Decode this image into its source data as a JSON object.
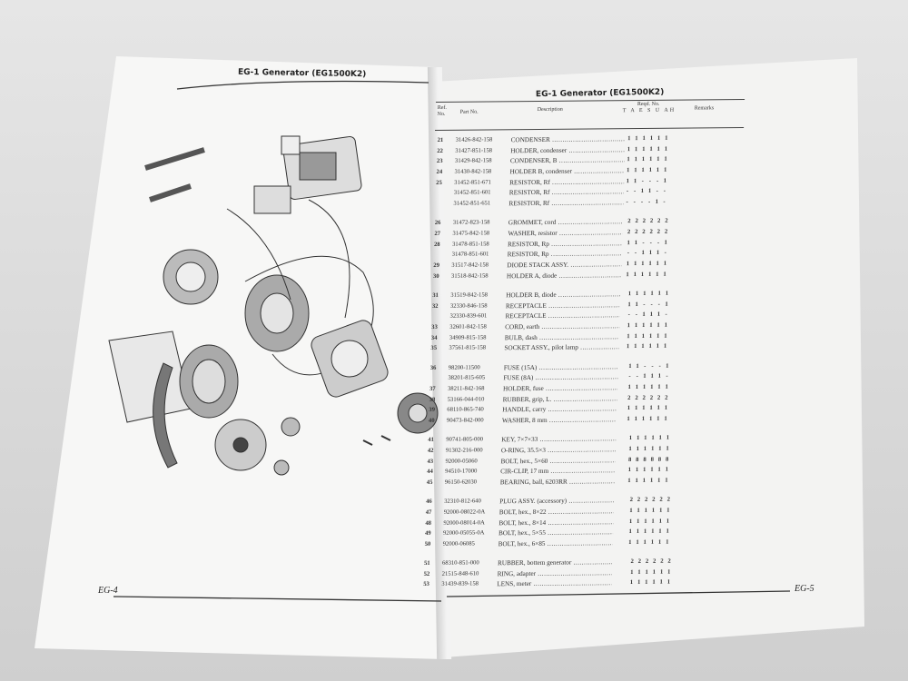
{
  "left_page": {
    "title": "EG-1 Generator (EG1500K2)",
    "folio": "EG-4"
  },
  "right_page": {
    "title": "EG-1 Generator (EG1500K2)",
    "folio": "EG-5",
    "headers": {
      "ref": "Ref. No.",
      "part": "Part No.",
      "description": "Description",
      "reqd": "Reqd. No.",
      "models": "T A E S U AH",
      "remarks": "Remarks"
    },
    "groups": [
      [
        {
          "ref": "21",
          "part": "31426-842-158",
          "desc": "CONDENSER",
          "qty": [
            "1",
            "1",
            "1",
            "1",
            "1",
            "1"
          ]
        },
        {
          "ref": "22",
          "part": "31427-851-158",
          "desc": "HOLDER, condenser",
          "qty": [
            "1",
            "1",
            "1",
            "1",
            "1",
            "1"
          ]
        },
        {
          "ref": "23",
          "part": "31429-842-158",
          "desc": "CONDENSER, B",
          "qty": [
            "1",
            "1",
            "1",
            "1",
            "1",
            "1"
          ]
        },
        {
          "ref": "24",
          "part": "31430-842-158",
          "desc": "HOLDER B, condenser",
          "qty": [
            "1",
            "1",
            "1",
            "1",
            "1",
            "1"
          ]
        },
        {
          "ref": "25",
          "part": "31452-851-671",
          "desc": "RESISTOR, Rf",
          "qty": [
            "1",
            "1",
            "-",
            "-",
            "-",
            "1"
          ]
        },
        {
          "ref": "",
          "part": "31452-851-601",
          "desc": "RESISTOR, Rf",
          "qty": [
            "-",
            "-",
            "1",
            "1",
            "-",
            "-"
          ]
        },
        {
          "ref": "",
          "part": "31452-851-651",
          "desc": "RESISTOR, Rf",
          "qty": [
            "-",
            "-",
            "-",
            "-",
            "1",
            "-"
          ]
        }
      ],
      [
        {
          "ref": "26",
          "part": "31472-823-158",
          "desc": "GROMMET, cord",
          "qty": [
            "2",
            "2",
            "2",
            "2",
            "2",
            "2"
          ]
        },
        {
          "ref": "27",
          "part": "31475-842-158",
          "desc": "WASHER, resistor",
          "qty": [
            "2",
            "2",
            "2",
            "2",
            "2",
            "2"
          ]
        },
        {
          "ref": "28",
          "part": "31478-851-158",
          "desc": "RESISTOR, Rp",
          "qty": [
            "1",
            "1",
            "-",
            "-",
            "-",
            "1"
          ]
        },
        {
          "ref": "",
          "part": "31478-851-601",
          "desc": "RESISTOR, Rp",
          "qty": [
            "-",
            "-",
            "1",
            "1",
            "1",
            "-"
          ]
        },
        {
          "ref": "29",
          "part": "31517-842-158",
          "desc": "DIODE STACK ASSY.",
          "qty": [
            "1",
            "1",
            "1",
            "1",
            "1",
            "1"
          ]
        },
        {
          "ref": "30",
          "part": "31518-842-158",
          "desc": "HOLDER A, diode",
          "qty": [
            "1",
            "1",
            "1",
            "1",
            "1",
            "1"
          ]
        }
      ],
      [
        {
          "ref": "31",
          "part": "31519-842-158",
          "desc": "HOLDER B, diode",
          "qty": [
            "1",
            "1",
            "1",
            "1",
            "1",
            "1"
          ]
        },
        {
          "ref": "32",
          "part": "32330-846-158",
          "desc": "RECEPTACLE",
          "qty": [
            "1",
            "1",
            "-",
            "-",
            "-",
            "1"
          ]
        },
        {
          "ref": "",
          "part": "32330-839-601",
          "desc": "RECEPTACLE",
          "qty": [
            "-",
            "-",
            "1",
            "1",
            "1",
            "-"
          ]
        },
        {
          "ref": "33",
          "part": "32601-842-158",
          "desc": "CORD, earth",
          "qty": [
            "1",
            "1",
            "1",
            "1",
            "1",
            "1"
          ]
        },
        {
          "ref": "34",
          "part": "34909-815-158",
          "desc": "BULB, dash",
          "qty": [
            "1",
            "1",
            "1",
            "1",
            "1",
            "1"
          ]
        },
        {
          "ref": "35",
          "part": "37561-815-158",
          "desc": "SOCKET ASSY., pilot lamp",
          "qty": [
            "1",
            "1",
            "1",
            "1",
            "1",
            "1"
          ]
        }
      ],
      [
        {
          "ref": "36",
          "part": "98200-11500",
          "desc": "FUSE (15A)",
          "qty": [
            "1",
            "1",
            "-",
            "-",
            "-",
            "1"
          ]
        },
        {
          "ref": "",
          "part": "38201-815-605",
          "desc": "FUSE (8A)",
          "qty": [
            "-",
            "-",
            "1",
            "1",
            "1",
            "-"
          ]
        },
        {
          "ref": "37",
          "part": "38211-842-168",
          "desc": "HOLDER, fuse",
          "qty": [
            "1",
            "1",
            "1",
            "1",
            "1",
            "1"
          ]
        },
        {
          "ref": "38",
          "part": "53166-044-010",
          "desc": "RUBBER, grip, L.",
          "qty": [
            "2",
            "2",
            "2",
            "2",
            "2",
            "2"
          ]
        },
        {
          "ref": "39",
          "part": "68110-865-740",
          "desc": "HANDLE, carry",
          "qty": [
            "1",
            "1",
            "1",
            "1",
            "1",
            "1"
          ]
        },
        {
          "ref": "40",
          "part": "90473-842-000",
          "desc": "WASHER, 8 mm",
          "qty": [
            "1",
            "1",
            "1",
            "1",
            "1",
            "1"
          ]
        }
      ],
      [
        {
          "ref": "41",
          "part": "90741-805-000",
          "desc": "KEY, 7×7×33",
          "qty": [
            "1",
            "1",
            "1",
            "1",
            "1",
            "1"
          ]
        },
        {
          "ref": "42",
          "part": "91302-216-000",
          "desc": "O-RING, 35.5×3",
          "qty": [
            "1",
            "1",
            "1",
            "1",
            "1",
            "1"
          ]
        },
        {
          "ref": "43",
          "part": "92000-05060",
          "desc": "BOLT, hex., 5×60",
          "qty": [
            "8",
            "8",
            "8",
            "8",
            "8",
            "8"
          ]
        },
        {
          "ref": "44",
          "part": "94510-17000",
          "desc": "CIR-CLIP, 17 mm",
          "qty": [
            "1",
            "1",
            "1",
            "1",
            "1",
            "1"
          ]
        },
        {
          "ref": "45",
          "part": "96150-62030",
          "desc": "BEARING, ball, 6203RR",
          "qty": [
            "1",
            "1",
            "1",
            "1",
            "1",
            "1"
          ]
        }
      ],
      [
        {
          "ref": "46",
          "part": "32310-812-640",
          "desc": "PLUG ASSY. (accessory)",
          "qty": [
            "2",
            "2",
            "2",
            "2",
            "2",
            "2"
          ]
        },
        {
          "ref": "47",
          "part": "92000-08022-0A",
          "desc": "BOLT, hex., 8×22",
          "qty": [
            "1",
            "1",
            "1",
            "1",
            "1",
            "1"
          ]
        },
        {
          "ref": "48",
          "part": "92000-08014-0A",
          "desc": "BOLT, hex., 8×14",
          "qty": [
            "1",
            "1",
            "1",
            "1",
            "1",
            "1"
          ]
        },
        {
          "ref": "49",
          "part": "92000-05055-0A",
          "desc": "BOLT, hex., 5×55",
          "qty": [
            "1",
            "1",
            "1",
            "1",
            "1",
            "1"
          ]
        },
        {
          "ref": "50",
          "part": "92000-06085",
          "desc": "BOLT, hex., 6×85",
          "qty": [
            "1",
            "1",
            "1",
            "1",
            "1",
            "1"
          ]
        }
      ],
      [
        {
          "ref": "51",
          "part": "68310-851-000",
          "desc": "RUBBER, bottem generator",
          "qty": [
            "2",
            "2",
            "2",
            "2",
            "2",
            "2"
          ]
        },
        {
          "ref": "52",
          "part": "21515-848-610",
          "desc": "RING, adapter",
          "qty": [
            "1",
            "1",
            "1",
            "1",
            "1",
            "1"
          ]
        },
        {
          "ref": "53",
          "part": "31439-839-158",
          "desc": "LENS, meter",
          "qty": [
            "1",
            "1",
            "1",
            "1",
            "1",
            "1"
          ]
        }
      ]
    ]
  }
}
